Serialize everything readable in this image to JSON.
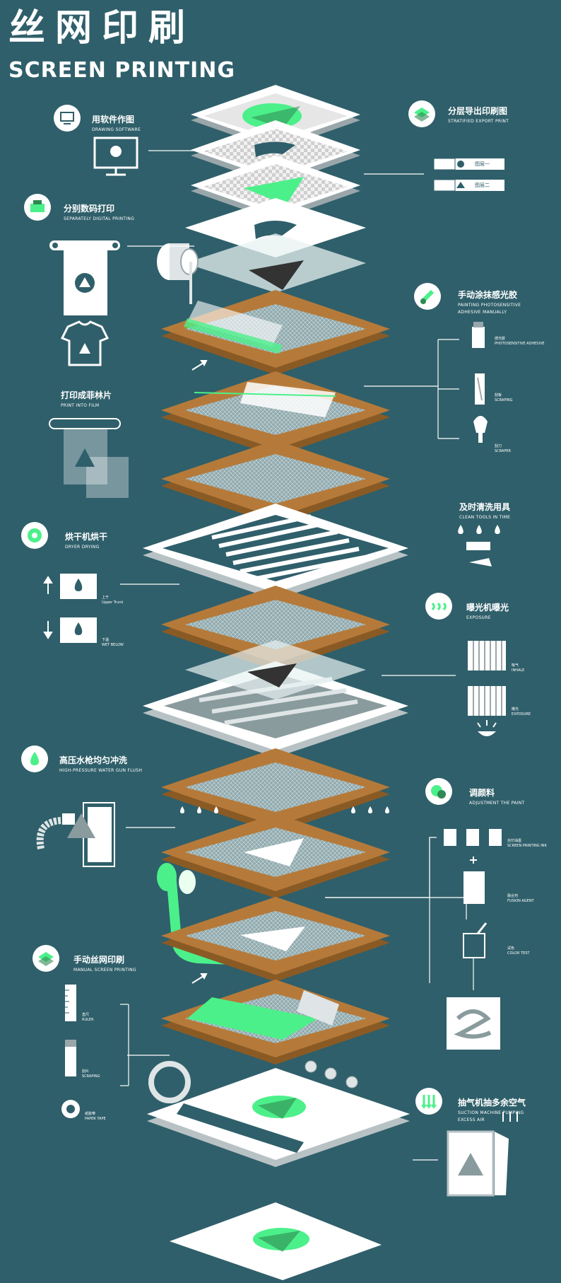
{
  "title": {
    "cn": "丝网印刷",
    "en": "SCREEN PRINTING"
  },
  "steps": {
    "drawing": {
      "cn": "用软件作图",
      "en": "DRAWING  SOFTWARE"
    },
    "stratified": {
      "cn": "分层导出印刷图",
      "en": "STRATIFIED EXPORT PRINT"
    },
    "digital": {
      "cn": "分别数码打印",
      "en": "SEPARATELY DIGITAL PRINTING"
    },
    "painting": {
      "cn": "手动涂抹感光胶",
      "en_1": "PAINTING PHOTOSENSITIVE",
      "en_2": "ADHESIVE MANUALLY"
    },
    "film": {
      "cn": "打印成菲林片",
      "en": "PRINT INTO FILM"
    },
    "clean": {
      "cn": "及时清洗用具",
      "en": "CLEAN TOOLS IN TIME"
    },
    "dryer": {
      "cn": "烘干机烘干",
      "en": "DRYER DRYING"
    },
    "exposure": {
      "cn": "曝光机曝光",
      "en": "EXPOSURE"
    },
    "flush": {
      "cn": "高压水枪均匀冲洗",
      "en": "HIGH-PRESSURE WATER GUN FLUSH"
    },
    "paint": {
      "cn": "调颜料",
      "en": "ADJUSTMENT THE PAINT"
    },
    "manual": {
      "cn": "手动丝网印刷",
      "en": "MANUAL SCREEN PRINTING"
    },
    "suction": {
      "cn": "抽气机抽多余空气",
      "en_1": "SUCTION MACHINE PUMPING",
      "en_2": "EXCESS AIR"
    }
  },
  "layers": {
    "one": "图层一",
    "two": "图层二"
  },
  "small": {
    "adhesive_cn": "感光胶",
    "adhesive_en": "PHOTOSENSITIVE ADHESIVE",
    "scraping_cn": "刮板",
    "scraping_en": "SCRAPING",
    "scraper_cn": "刮刀",
    "scraper_en": "SCRAPER",
    "upper_cn": "上干",
    "upper_en": "Upper Trunk",
    "below_cn": "下温",
    "below_en": "WET BELOW",
    "inhale_cn": "吸气",
    "inhale_en": "INHALE",
    "expo_cn": "曝光",
    "expo_en": "EXPOSURE",
    "ink_cn": "丝印油墨",
    "ink_en": "SCREEN PRINTING INK",
    "fusion_cn": "融合剂",
    "fusion_en": "FUSION AGENT",
    "color_cn": "试色",
    "color_en": "COLOR TEST",
    "ruler_cn": "直尺",
    "ruler_en": "RULER",
    "scraping2_cn": "刮片",
    "scraping2_en": "SCRAPING",
    "tape_cn": "纸胶带",
    "tape_en": "PAPER TAPE"
  },
  "colors": {
    "background": "#2f5f6a",
    "accent": "#4cf08a",
    "frame": "#b57a3a",
    "frame_dark": "#8a5a25"
  }
}
